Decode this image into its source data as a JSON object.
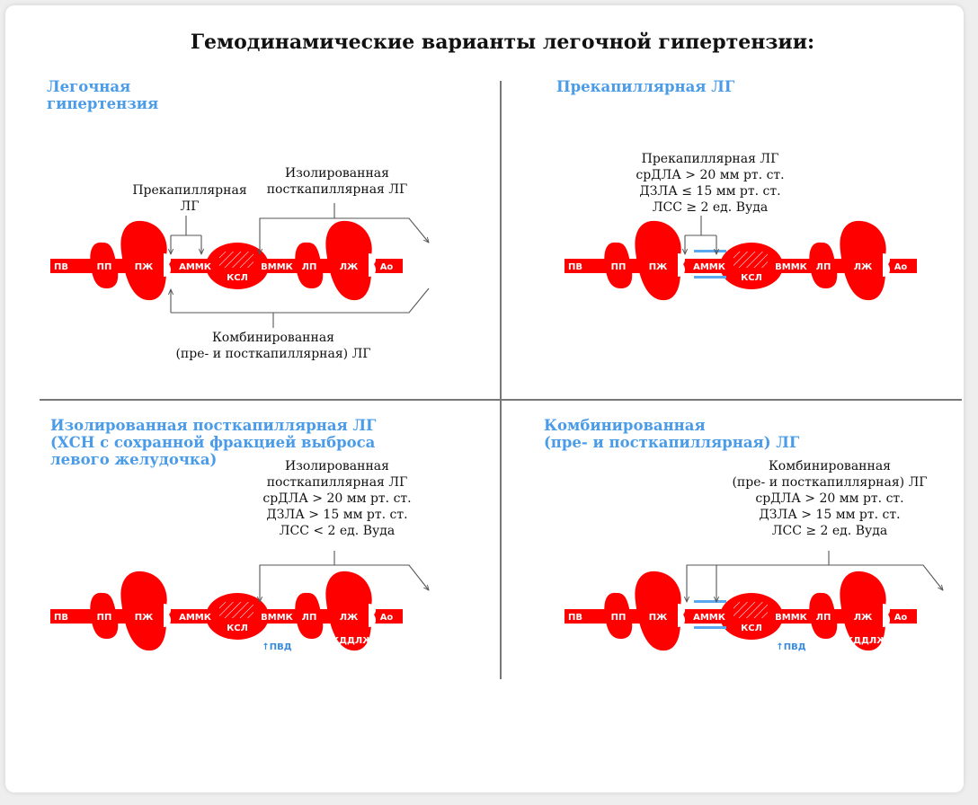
{
  "title": "Гемодинамические варианты легочной гипертензии:",
  "colors": {
    "heart": "#ff0000",
    "accent": "#4a9be8",
    "label": "#111111"
  },
  "organs": {
    "pv": "ПВ",
    "pp": "ПП",
    "pzh": "ПЖ",
    "ammk": "АММК",
    "ksl": "КСЛ",
    "vmmk": "ВММК",
    "lp": "ЛП",
    "lzh": "ЛЖ",
    "ao": "Ао"
  },
  "markers": {
    "pvd": "↑ПВД",
    "kddlzh": "↑КДДЛЖ"
  },
  "quadrants": {
    "q1": {
      "title": [
        "Легочная",
        "гипертензия"
      ],
      "label_pre": [
        "Прекапиллярная",
        "ЛГ"
      ],
      "label_post": [
        "Изолированная",
        "посткапиллярная ЛГ"
      ],
      "label_comb": [
        "Комбинированная",
        "(пре- и посткапиллярная) ЛГ"
      ]
    },
    "q2": {
      "title": [
        "Прекапиллярная ЛГ"
      ],
      "criteria": [
        "Прекапиллярная ЛГ",
        "срДЛА > 20 мм рт. ст.",
        "ДЗЛА ≤ 15 мм рт. ст.",
        "ЛСС ≥ 2 ед. Вуда"
      ]
    },
    "q3": {
      "title": [
        "Изолированная посткапиллярная ЛГ",
        "(ХСН с сохранной фракцией выброса",
        "левого желудочка)"
      ],
      "criteria": [
        "Изолированная",
        "посткапиллярная ЛГ",
        "срДЛА > 20 мм рт. ст.",
        "ДЗЛА > 15 мм рт. ст.",
        "ЛСС < 2 ед. Вуда"
      ]
    },
    "q4": {
      "title": [
        "Комбинированная",
        "(пре- и посткапиллярная) ЛГ"
      ],
      "criteria": [
        "Комбинированная",
        "(пре- и посткапиллярная) ЛГ",
        "срДЛА > 20 мм рт. ст.",
        "ДЗЛА > 15 мм рт. ст.",
        "ЛСС ≥ 2 ед. Вуда"
      ]
    }
  }
}
